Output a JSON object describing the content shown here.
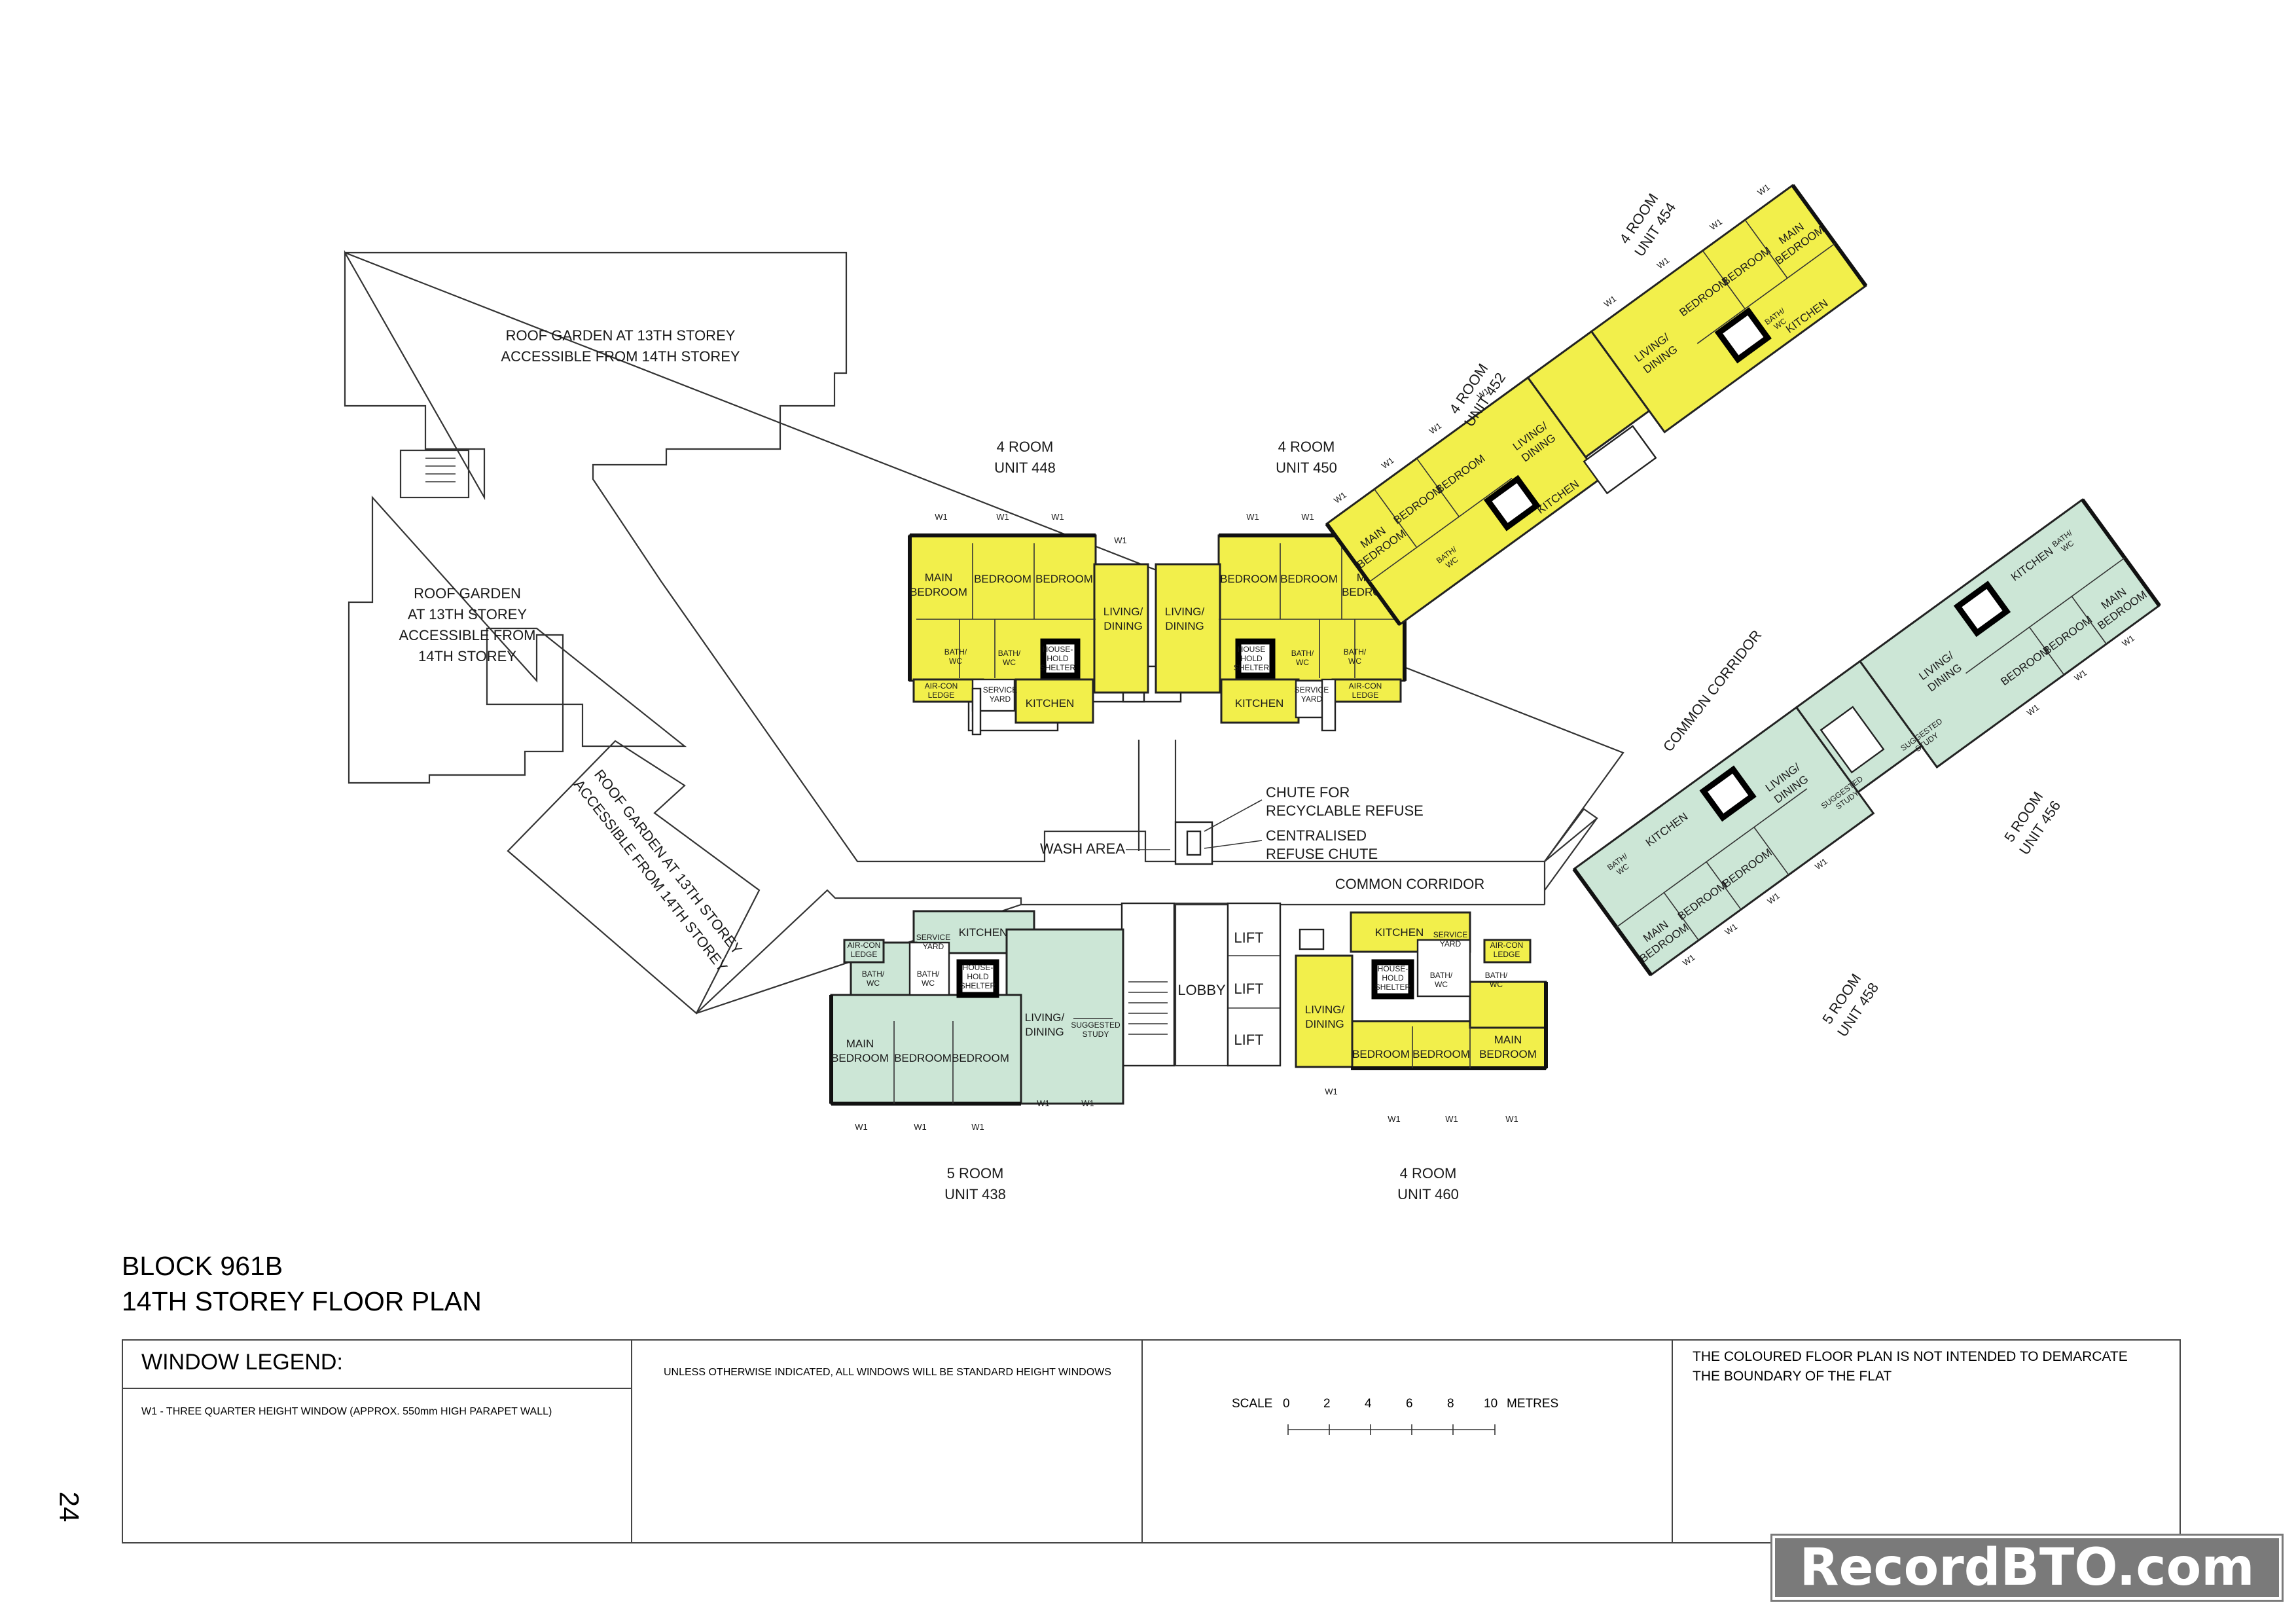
{
  "roof_gardens": {
    "top": [
      "ROOF GARDEN AT 13TH STOREY",
      "ACCESSIBLE FROM 14TH STOREY"
    ],
    "left": [
      "ROOF GARDEN",
      "AT 13TH STOREY",
      "ACCESSIBLE FROM",
      "14TH STOREY"
    ],
    "diagonal": [
      "ROOF GARDEN AT 13TH STOREY",
      "ACCESSIBLE FROM 14TH STOREY"
    ]
  },
  "units": {
    "u448": {
      "type": "4 ROOM",
      "unit": "UNIT 448"
    },
    "u450": {
      "type": "4 ROOM",
      "unit": "UNIT 450"
    },
    "u452": {
      "type": "4 ROOM",
      "unit": "UNIT 452"
    },
    "u454": {
      "type": "4 ROOM",
      "unit": "UNIT 454"
    },
    "u456": {
      "type": "5 ROOM",
      "unit": "UNIT 456"
    },
    "u458": {
      "type": "5 ROOM",
      "unit": "UNIT 458"
    },
    "u438": {
      "type": "5 ROOM",
      "unit": "UNIT 438"
    },
    "u460": {
      "type": "4 ROOM",
      "unit": "UNIT 460"
    }
  },
  "rooms": {
    "main_bedroom": [
      "MAIN",
      "BEDROOM"
    ],
    "bedroom": "BEDROOM",
    "living_dining": [
      "LIVING/",
      "DINING"
    ],
    "kitchen": "KITCHEN",
    "bath_wc": [
      "BATH/",
      "WC"
    ],
    "household_shelter": [
      "HOUSE-",
      "HOLD",
      "SHELTER"
    ],
    "household_shelter_alt": [
      "HOUSE",
      "HOLD",
      "SHELTER"
    ],
    "service_yard": [
      "SERVICE",
      "YARD"
    ],
    "aircon_ledge": [
      "AIR-CON",
      "LEDGE"
    ],
    "suggested_study": [
      "SUGGESTED",
      "STUDY"
    ]
  },
  "window_tag": "W1",
  "common": {
    "wash_area": "WASH AREA",
    "common_corridor": "COMMON CORRIDOR",
    "lobby": "LOBBY",
    "lift": "LIFT",
    "chute_recyclable": [
      "CHUTE FOR",
      "RECYCLABLE REFUSE"
    ],
    "chute_centralised": [
      "CENTRALISED",
      "REFUSE CHUTE"
    ]
  },
  "title": {
    "line1": "BLOCK 961B",
    "line2": "14TH STOREY FLOOR PLAN"
  },
  "legend": {
    "heading": "WINDOW LEGEND:",
    "w1_desc": "W1  -  THREE QUARTER HEIGHT WINDOW (APPROX. 550mm HIGH PARAPET WALL)",
    "standard_note": "UNLESS OTHERWISE INDICATED,  ALL WINDOWS WILL BE STANDARD HEIGHT WINDOWS",
    "scale_label": "SCALE",
    "scale_ticks": [
      "0",
      "2",
      "4",
      "6",
      "8",
      "10"
    ],
    "scale_unit": "METRES",
    "disclaimer": [
      "THE COLOURED FLOOR PLAN IS NOT INTENDED TO DEMARCATE",
      "THE BOUNDARY OF THE FLAT"
    ]
  },
  "page_number": "24",
  "watermark": "RecordBTO.com",
  "colors": {
    "four_room": "#f2ef4b",
    "five_room": "#cce6d6"
  }
}
